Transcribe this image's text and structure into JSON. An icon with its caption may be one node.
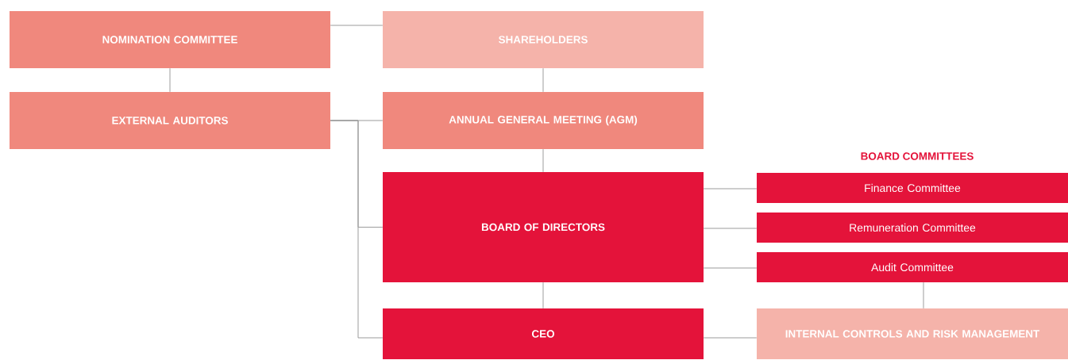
{
  "diagram": {
    "nodes": [
      {
        "text": [
          "NOMINATION COMMITTEE"
        ]
      },
      {
        "text": [
          "SHAREHOLDERS"
        ]
      },
      {
        "text": [
          "EXTERNAL AUDITORS"
        ]
      },
      {
        "text": [
          "ANNUAL GENERAL MEETING (AGM)"
        ]
      },
      {
        "text": [
          "BOARD OF DIRECTORS"
        ]
      },
      {
        "text": [
          "CEO"
        ]
      },
      {
        "text": [
          "Finance Committee"
        ]
      },
      {
        "text": [
          "Remuneration Committee"
        ]
      },
      {
        "text": [
          "Audit Committee"
        ]
      },
      {
        "text": [
          "INTERNAL CONTROLS AND RISK MANAGEMENT"
        ]
      }
    ],
    "edges": [
      {
        "from": 0,
        "to": 1,
        "arrow": "none"
      },
      {
        "from": 0,
        "to": 2,
        "arrow": "none"
      },
      {
        "from": 1,
        "to": 3,
        "arrow": "none"
      },
      {
        "from": 2,
        "to": 3,
        "arrow": "none"
      },
      {
        "from": 2,
        "to": 4,
        "arrow": "none"
      },
      {
        "from": 2,
        "to": 5,
        "arrow": "none"
      },
      {
        "from": 3,
        "to": 4,
        "arrow": "none"
      },
      {
        "from": 4,
        "to": 5,
        "arrow": "none"
      },
      {
        "from": 4,
        "to": 6,
        "arrow": "none"
      },
      {
        "from": 4,
        "to": 7,
        "arrow": "none"
      },
      {
        "from": 4,
        "to": 8,
        "arrow": "none"
      },
      {
        "from": 8,
        "to": 9,
        "arrow": "none"
      },
      {
        "from": 5,
        "to": 9,
        "arrow": "none"
      }
    ],
    "labels": [
      "BOARD COMMITTEES"
    ]
  }
}
